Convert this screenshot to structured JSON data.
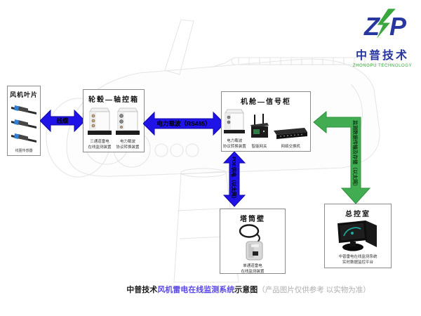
{
  "logo": {
    "company_cn": "中普技术",
    "company_en": "ZHONGPU TECHNOLOGY"
  },
  "boxes": {
    "blades": {
      "title": "风机叶片",
      "caption": "线圈传感器"
    },
    "hub": {
      "title": "轮毂—轴控箱",
      "devices": [
        {
          "line1": "三通道雷电",
          "line2": "在线监测装置"
        },
        {
          "line1": "电力载波",
          "line2": "协议转换装置"
        }
      ]
    },
    "nacelle": {
      "title": "机舱—信号柜",
      "devices": [
        {
          "line1": "电力载波",
          "line2": "协议转换装置"
        },
        {
          "line1": "智能网关",
          "line2": ""
        },
        {
          "line1": "网络交换机",
          "line2": ""
        }
      ]
    },
    "tower": {
      "title": "塔筒壁",
      "device": {
        "line1": "单通道雷电",
        "line2": "在线监测装置"
      }
    },
    "control_room": {
      "title": "总控室",
      "device": {
        "line1": "中普雷电在线监测系统",
        "line2": "实时数据监控平台"
      }
    }
  },
  "arrows": {
    "cable_label": "线缆",
    "plc_label": "电力载波（RS485）",
    "poe_label": "POE供电（以太网）",
    "data_label": "监测数据传输及存储（以太网）"
  },
  "footer": {
    "prefix": "中普技术",
    "highlight": "风机雷电在线监测系统",
    "suffix": "示意图",
    "note": "（产品图片仅供参考 以实物为准）"
  },
  "colors": {
    "arrow_blue": "#1f13e8",
    "arrow_green": "#41ac52",
    "logo_blue": "#28379f",
    "logo_green": "#3aa63e",
    "footer_highlight": "#5a49e6"
  }
}
